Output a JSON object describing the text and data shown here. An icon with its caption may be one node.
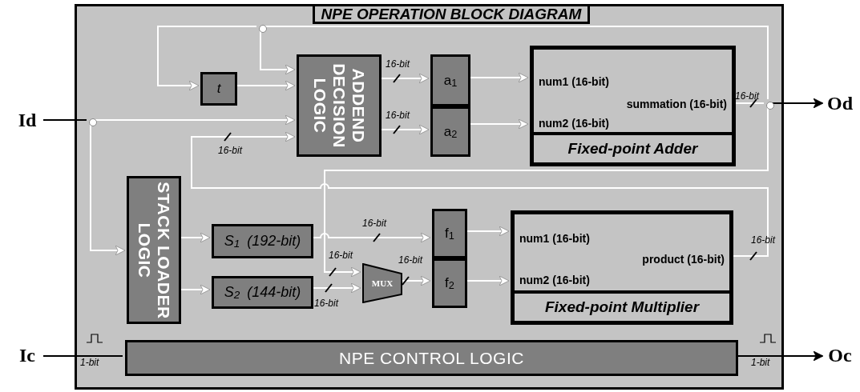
{
  "diagram": {
    "nodes": [
      {
        "text": [
          "NPE OPERATION BLOCK DIAGRAM"
        ]
      },
      {
        "text": [
          "Id"
        ]
      },
      {
        "text": [],
        "shape": "circle",
        "in": 0
      },
      {
        "text": [],
        "shape": "circle",
        "in": 0
      },
      {
        "text": [
          "t"
        ],
        "in": 0
      },
      {
        "text": [
          "ADDEND DECISION LOGIC"
        ],
        "in": 0
      },
      {
        "text": [
          "a$_{1}$"
        ],
        "in": 0
      },
      {
        "text": [
          "a$_{2}$"
        ],
        "in": 0
      },
      {
        "text": [
          "num1 (16-bit)",
          "summation (16-bit)",
          "num2 (16-bit)",
          "Fixed-point Adder"
        ],
        "in": 0
      },
      {
        "text": [],
        "shape": "circle",
        "in": 0
      },
      {
        "text": [
          "Od"
        ]
      },
      {
        "text": [
          "STACK LOADER LOGIC"
        ],
        "in": 0
      },
      {
        "text": [
          "S$_{1}$ (192-bit)"
        ],
        "in": 0
      },
      {
        "text": [
          "S$_{2}$ (144-bit)"
        ],
        "in": 0
      },
      {
        "text": [
          "MUX"
        ],
        "in": 0
      },
      {
        "text": [
          "f$_{1}$"
        ],
        "in": 0
      },
      {
        "text": [
          "f$_{2}$"
        ],
        "in": 0
      },
      {
        "text": [
          "num1 (16-bit)",
          "product (16-bit)",
          "num2 (16-bit)",
          "Fixed-point Multiplier"
        ],
        "in": 0
      },
      {
        "text": [
          "Ic"
        ]
      },
      {
        "text": [
          "NPE CONTROL LOGIC"
        ],
        "in": 0
      },
      {
        "text": [
          "Oc"
        ]
      }
    ],
    "edges": [
      {
        "from": 1,
        "to": 2,
        "arrow": "none",
        "color": "#000000"
      },
      {
        "from": 2,
        "to": 5,
        "arrow": "to"
      },
      {
        "from": 2,
        "to": 11,
        "arrow": "to"
      },
      {
        "from": 8,
        "to": 9,
        "arrow": "none",
        "label": "16-bit"
      },
      {
        "from": 9,
        "to": 10,
        "arrow": "to",
        "color": "#000000"
      },
      {
        "from": 9,
        "to": 3,
        "arrow": "none"
      },
      {
        "from": 3,
        "to": 4,
        "arrow": "to"
      },
      {
        "from": 3,
        "to": 5,
        "arrow": "to"
      },
      {
        "from": 9,
        "to": 14,
        "arrow": "to",
        "label": "16-bit"
      },
      {
        "from": 4,
        "to": 5,
        "arrow": "to"
      },
      {
        "from": 5,
        "to": 6,
        "arrow": "to",
        "label": "16-bit"
      },
      {
        "from": 5,
        "to": 7,
        "arrow": "to",
        "label": "16-bit"
      },
      {
        "from": 6,
        "to": 8,
        "arrow": "to"
      },
      {
        "from": 7,
        "to": 8,
        "arrow": "to"
      },
      {
        "from": 17,
        "to": 5,
        "arrow": "to",
        "label": "16-bit"
      },
      {
        "from": 11,
        "to": 12,
        "arrow": "to"
      },
      {
        "from": 11,
        "to": 13,
        "arrow": "to"
      },
      {
        "from": 12,
        "to": 15,
        "arrow": "to",
        "label": "16-bit"
      },
      {
        "from": 13,
        "to": 14,
        "arrow": "to",
        "label": "16-bit"
      },
      {
        "from": 14,
        "to": 16,
        "arrow": "to",
        "label": "16-bit"
      },
      {
        "from": 15,
        "to": 17,
        "arrow": "to"
      },
      {
        "from": 16,
        "to": 17,
        "arrow": "to"
      },
      {
        "from": 18,
        "to": 19,
        "arrow": "none",
        "label": "1-bit",
        "color": "#000000"
      },
      {
        "from": 19,
        "to": 20,
        "arrow": "to",
        "label": "1-bit",
        "color": "#000000"
      }
    ],
    "labels": [
      "16-bit"
    ]
  }
}
